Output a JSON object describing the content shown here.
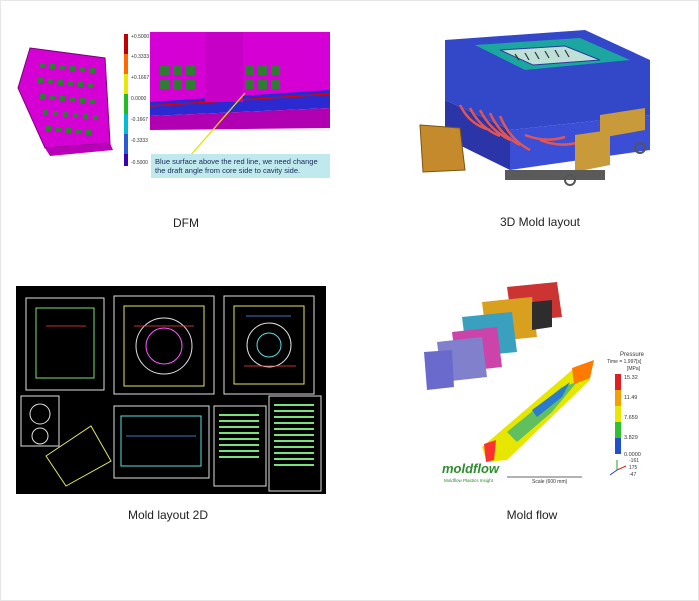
{
  "items": [
    {
      "caption": "DFM",
      "scale_labels": [
        "+0.5000",
        "+0.3333",
        "+0.1667",
        "0.0000",
        "-0.1667",
        "-0.3333",
        "-0.5000"
      ],
      "note": "Blue surface above the red line, we need change the draft angle from core side to cavity side."
    },
    {
      "caption": "3D Mold layout"
    },
    {
      "caption": "Mold layout 2D"
    },
    {
      "caption": "Mold flow",
      "legend_title": "Pressure",
      "legend_time": "Time = 1.997[s]",
      "legend_unit": "[MPa]",
      "legend_values": [
        "15.32",
        "11.49",
        "7.659",
        "3.829",
        "0.0000"
      ],
      "logo": "moldflow",
      "logo_tag": "Moldflow Plastics Insight",
      "scale": "Scale (600 mm)",
      "coords": [
        "-161",
        "175",
        "-47"
      ]
    }
  ],
  "colors": {
    "magenta": "#d400d4",
    "note_bg": "#bfe9ec",
    "mold_blue": "#3347c9",
    "cad_bg": "#000000",
    "moldflow_green": "#2e8b2e"
  }
}
